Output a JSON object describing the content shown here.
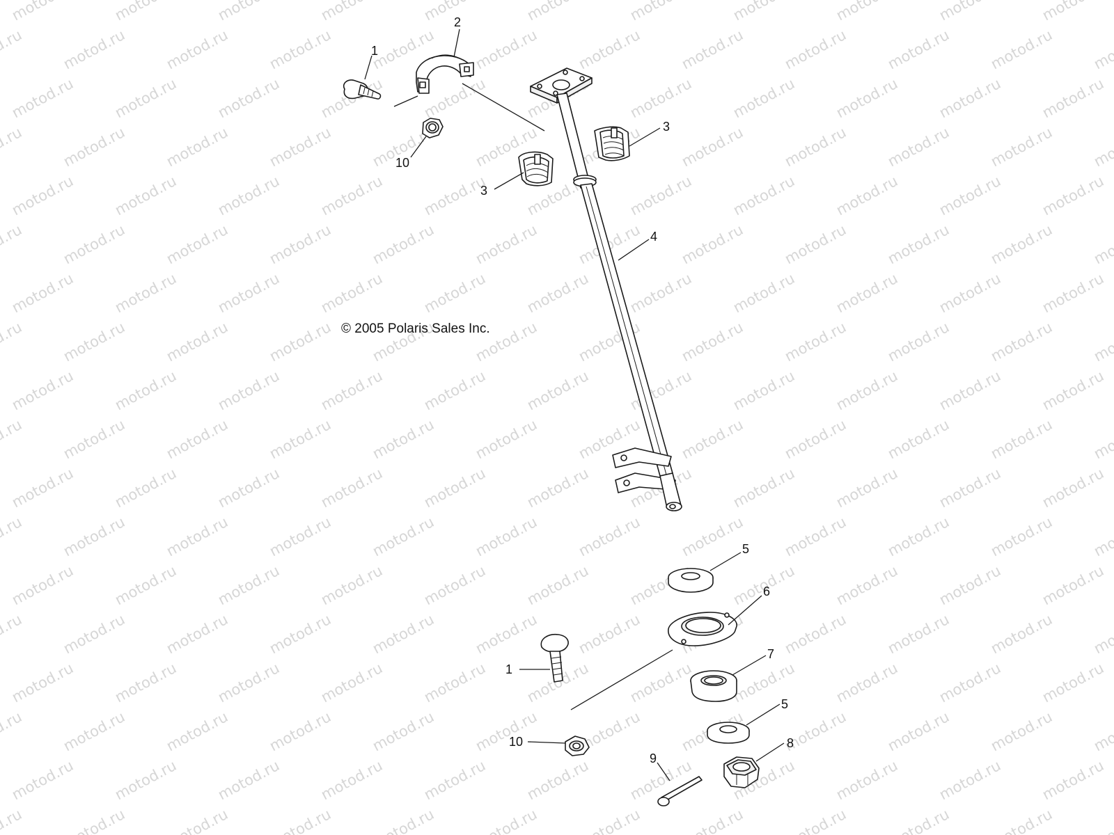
{
  "diagram": {
    "copyright": "© 2005 Polaris Sales Inc.",
    "watermark_text": "motod.ru",
    "callouts": {
      "bolt_top": "1",
      "clamp": "2",
      "bushing_right": "3",
      "bushing_left": "3",
      "shaft": "4",
      "washer_upper": "5",
      "retainer": "6",
      "bearing": "7",
      "washer_lower": "5",
      "castle_nut": "8",
      "cotter_pin": "9",
      "bolt_bottom": "1",
      "nut_bottom": "10",
      "nut_top": "10"
    }
  }
}
